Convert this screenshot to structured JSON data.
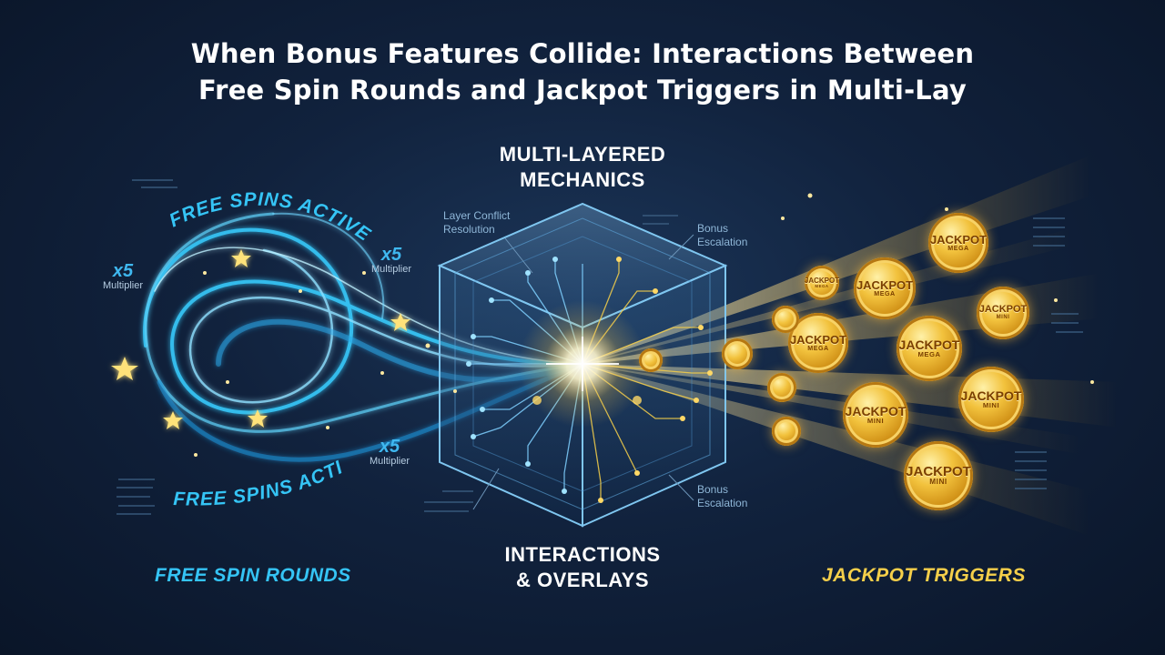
{
  "title": {
    "line1": "When Bonus Features Collide: Interactions Between",
    "line2": "Free Spin Rounds and Jackpot Triggers in Multi-Lay"
  },
  "center": {
    "heading_top": "MULTI-LAYERED\nMECHANICS",
    "heading_bottom": "INTERACTIONS\n& OVERLAYS",
    "callouts": {
      "layer_conflict": "Layer Conflict\nResolution",
      "bonus_escalation_top": "Bonus\nEscalation",
      "bonus_escalation_bottom": "Bonus\nEscalation"
    }
  },
  "left": {
    "arc_top": "FREE SPINS ACTIVE",
    "arc_bottom": "FREE SPINS ACTIVE",
    "multipliers": [
      {
        "value": "x5",
        "label": "Multiplier"
      },
      {
        "value": "x5",
        "label": "Multiplier"
      },
      {
        "value": "x5",
        "label": "Multiplier"
      }
    ],
    "footer": "FREE SPIN ROUNDS"
  },
  "right": {
    "footer": "JACKPOT TRIGGERS",
    "coins": [
      {
        "word": "JACKPOT",
        "tier": "MEGA"
      },
      {
        "word": "JACKPOT",
        "tier": "MEGA"
      },
      {
        "word": "JACKPOT",
        "tier": "MINI"
      },
      {
        "word": "JACKPOT",
        "tier": "MEGA"
      },
      {
        "word": "JACKPOT",
        "tier": "MEGA"
      },
      {
        "word": "JACKPOT",
        "tier": "MINI"
      },
      {
        "word": "JACKPOT",
        "tier": "MINI"
      },
      {
        "word": "JACKPOT",
        "tier": "MINI"
      },
      {
        "word": "JACKPOT",
        "tier": "MEGA"
      }
    ]
  },
  "colors": {
    "background": "#11223d",
    "swirl_blue": "#35c4f5",
    "gold": "#f5cf4a",
    "cube_edge": "#7fc6f0",
    "text": "#ffffff"
  },
  "icons": [
    "star-icon",
    "sparkle-icon",
    "jackpot-coin-icon",
    "circuit-cube-icon"
  ]
}
